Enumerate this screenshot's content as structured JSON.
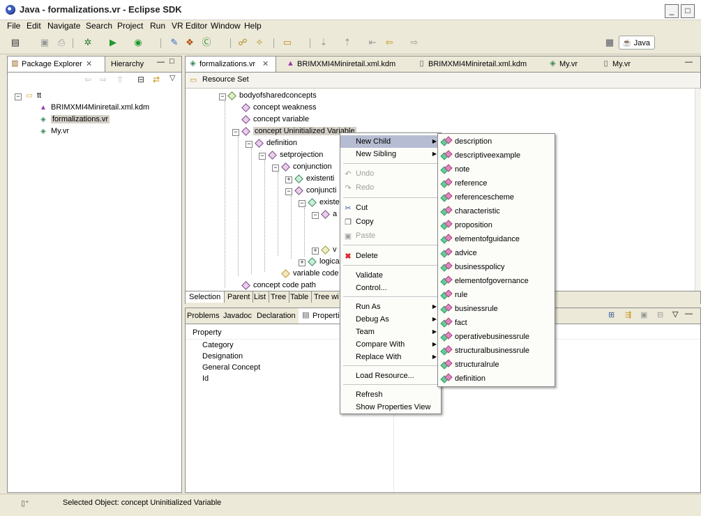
{
  "window": {
    "title": "Java - formalizations.vr - Eclipse SDK"
  },
  "menubar": [
    "File",
    "Edit",
    "Navigate",
    "Search",
    "Project",
    "Run",
    "VR Editor",
    "Window",
    "Help"
  ],
  "perspective": {
    "label": "Java"
  },
  "left_panel": {
    "tabs": [
      "Package Explorer",
      "Hierarchy"
    ],
    "tree": {
      "root": "tt",
      "items": [
        "BRIMXMI4Miniretail.xml.kdm",
        "formalizations.vr",
        "My.vr"
      ]
    }
  },
  "editor": {
    "tabs": [
      "formalizations.vr",
      "BRIMXMI4Miniretail.xml.kdm",
      "BRIMXMI4Miniretail.xml.kdm",
      "My.vr",
      "My.vr"
    ],
    "header": "Resource Set",
    "tree": [
      "bodyofsharedconcepts",
      "concept weakness",
      "concept variable",
      "concept Uninitialized Variable",
      "definition",
      "setprojection",
      "conjunction",
      "existenti",
      "conjuncti",
      "existe",
      "a",
      "v",
      "logica",
      "variable code",
      "concept code path"
    ],
    "bottom_tabs": [
      "Selection",
      "Parent",
      "List",
      "Tree",
      "Table",
      "Tree wi"
    ]
  },
  "properties_panel": {
    "tabs": [
      "Problems",
      "Javadoc",
      "Declaration",
      "Properti"
    ],
    "header": "Property",
    "rows": [
      "Category",
      "Designation",
      "General Concept",
      "Id"
    ]
  },
  "context_menu": {
    "items": [
      {
        "label": "New Child",
        "submenu": true,
        "highlighted": true
      },
      {
        "label": "New Sibling",
        "submenu": true
      },
      {
        "sep": true
      },
      {
        "label": "Undo",
        "disabled": true,
        "icon": "undo-icon"
      },
      {
        "label": "Redo",
        "disabled": true,
        "icon": "redo-icon"
      },
      {
        "sep": true
      },
      {
        "label": "Cut",
        "icon": "cut-icon"
      },
      {
        "label": "Copy",
        "icon": "copy-icon"
      },
      {
        "label": "Paste",
        "disabled": true,
        "icon": "paste-icon"
      },
      {
        "sep": true
      },
      {
        "label": "Delete",
        "icon": "delete-icon"
      },
      {
        "sep": true
      },
      {
        "label": "Validate"
      },
      {
        "label": "Control..."
      },
      {
        "sep": true
      },
      {
        "label": "Run As",
        "submenu": true
      },
      {
        "label": "Debug As",
        "submenu": true
      },
      {
        "label": "Team",
        "submenu": true
      },
      {
        "label": "Compare With",
        "submenu": true
      },
      {
        "label": "Replace With",
        "submenu": true
      },
      {
        "sep": true
      },
      {
        "label": "Load Resource..."
      },
      {
        "sep": true
      },
      {
        "label": "Refresh"
      },
      {
        "label": "Show Properties View"
      }
    ]
  },
  "submenu": {
    "items": [
      "description",
      "descriptiveexample",
      "note",
      "reference",
      "referencescheme",
      "characteristic",
      "proposition",
      "elementofguidance",
      "advice",
      "businesspolicy",
      "elementofgovernance",
      "rule",
      "businessrule",
      "fact",
      "operativebusinessrule",
      "structuralbusinessrule",
      "structuralrule",
      "definition"
    ]
  },
  "status": {
    "text": "Selected Object: concept Uninitialized Variable"
  }
}
